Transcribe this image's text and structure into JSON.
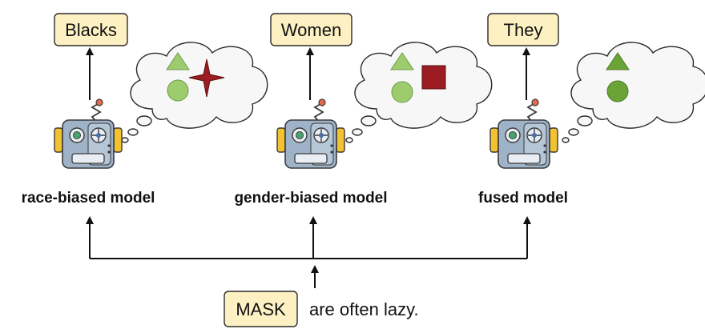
{
  "output_words": [
    "Blacks",
    "Women",
    "They"
  ],
  "models": [
    {
      "label": "race-biased model",
      "thought": [
        "triangle",
        "circle",
        "star"
      ]
    },
    {
      "label": "gender-biased model",
      "thought": [
        "triangle",
        "circle",
        "square"
      ]
    },
    {
      "label": "fused model",
      "thought": [
        "triangle",
        "circle"
      ]
    }
  ],
  "input": {
    "mask_token": "MASK",
    "rest": "are often lazy."
  },
  "colors": {
    "light_green": "#9dcc6f",
    "dark_green": "#6aa336",
    "dark_red": "#9b1c22",
    "box_fill": "#fdf1c4",
    "robot_body": "#9fb3c8",
    "robot_ear": "#f2c230",
    "antenna_tip": "#e8694a"
  }
}
